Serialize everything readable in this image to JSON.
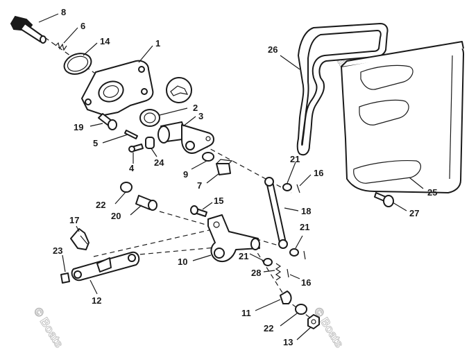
{
  "watermark": {
    "main": "© Boats.net",
    "corner_left": "© Boats",
    "corner_right": "© Boats"
  },
  "callouts": [
    {
      "id": "c1",
      "label": "1"
    },
    {
      "id": "c2",
      "label": "2"
    },
    {
      "id": "c3",
      "label": "3"
    },
    {
      "id": "c4",
      "label": "4"
    },
    {
      "id": "c5",
      "label": "5"
    },
    {
      "id": "c6",
      "label": "6"
    },
    {
      "id": "c7",
      "label": "7"
    },
    {
      "id": "c8",
      "label": "8"
    },
    {
      "id": "c9",
      "label": "9"
    },
    {
      "id": "c10",
      "label": "10"
    },
    {
      "id": "c11",
      "label": "11"
    },
    {
      "id": "c12",
      "label": "12"
    },
    {
      "id": "c13",
      "label": "13"
    },
    {
      "id": "c14",
      "label": "14"
    },
    {
      "id": "c15",
      "label": "15"
    },
    {
      "id": "c16a",
      "label": "16"
    },
    {
      "id": "c16b",
      "label": "16"
    },
    {
      "id": "c17",
      "label": "17"
    },
    {
      "id": "c18",
      "label": "18"
    },
    {
      "id": "c19",
      "label": "19"
    },
    {
      "id": "c20",
      "label": "20"
    },
    {
      "id": "c21a",
      "label": "21"
    },
    {
      "id": "c21b",
      "label": "21"
    },
    {
      "id": "c21c",
      "label": "21"
    },
    {
      "id": "c22a",
      "label": "22"
    },
    {
      "id": "c22b",
      "label": "22"
    },
    {
      "id": "c23",
      "label": "23"
    },
    {
      "id": "c24",
      "label": "24"
    },
    {
      "id": "c25",
      "label": "25"
    },
    {
      "id": "c26",
      "label": "26"
    },
    {
      "id": "c27",
      "label": "27"
    },
    {
      "id": "c28",
      "label": "28"
    }
  ]
}
